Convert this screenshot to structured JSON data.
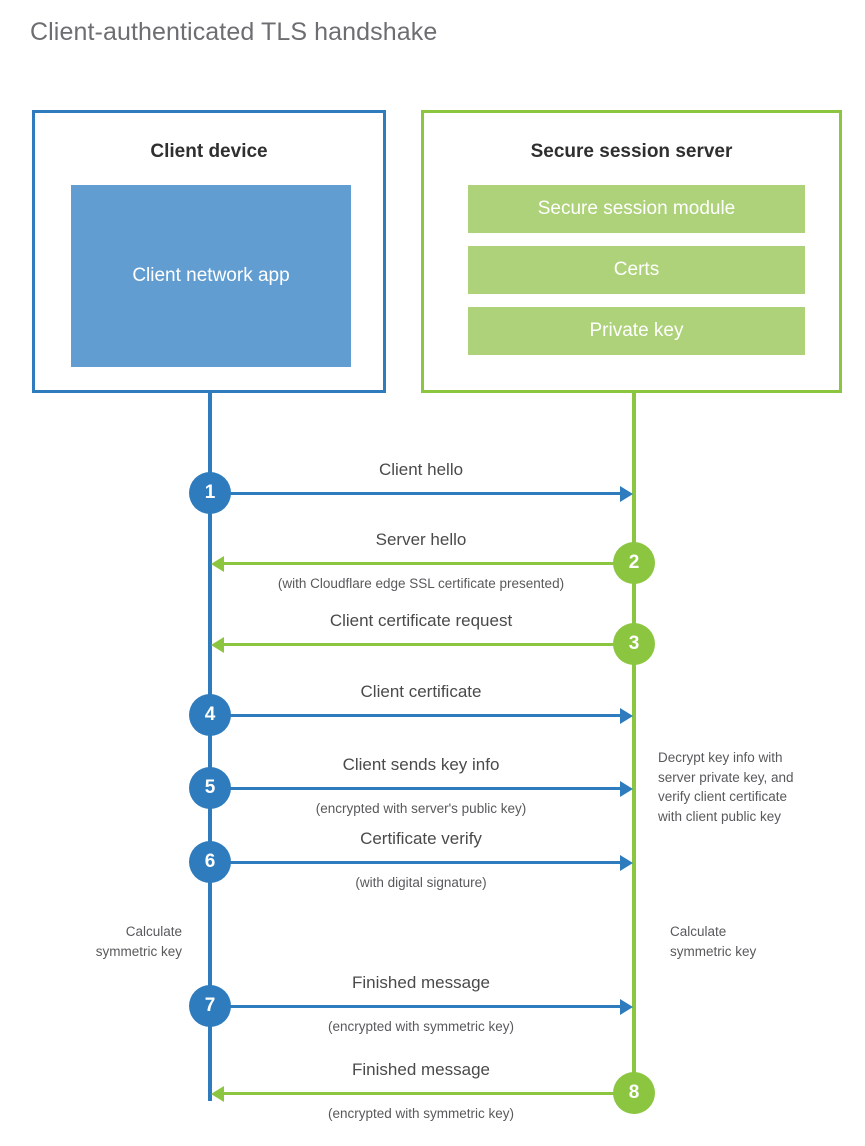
{
  "title": "Client-authenticated TLS handshake",
  "colors": {
    "blue_stroke": "#2E7CBD",
    "blue_fill": "#629DD1",
    "green_stroke": "#8CC640",
    "green_fill": "#AED279",
    "title_text": "#6D6E71",
    "body_text": "#4A4A4A"
  },
  "actors": {
    "client": {
      "title": "Client device",
      "app_line1": "Client network",
      "app_line2": "app"
    },
    "server": {
      "title": "Secure session server",
      "modules": [
        "Secure session module",
        "Certs",
        "Private key"
      ]
    }
  },
  "steps": [
    {
      "number": "1",
      "label": "Client hello",
      "sublabel": "",
      "direction": "client-to-server",
      "color": "blue"
    },
    {
      "number": "2",
      "label": "Server hello",
      "sublabel": "(with Cloudflare edge SSL certificate presented)",
      "direction": "server-to-client",
      "color": "green"
    },
    {
      "number": "3",
      "label": "Client certificate request",
      "sublabel": "",
      "direction": "server-to-client",
      "color": "green"
    },
    {
      "number": "4",
      "label": "Client certificate",
      "sublabel": "",
      "direction": "client-to-server",
      "color": "blue"
    },
    {
      "number": "5",
      "label": "Client sends key info",
      "sublabel": "(encrypted with server's public key)",
      "direction": "client-to-server",
      "color": "blue"
    },
    {
      "number": "6",
      "label": "Certificate verify",
      "sublabel": "(with digital signature)",
      "direction": "client-to-server",
      "color": "blue"
    },
    {
      "number": "7",
      "label": "Finished message",
      "sublabel": "(encrypted with symmetric key)",
      "direction": "client-to-server",
      "color": "blue"
    },
    {
      "number": "8",
      "label": "Finished message",
      "sublabel": "(encrypted with symmetric key)",
      "direction": "server-to-client",
      "color": "green"
    }
  ],
  "annotations": {
    "server_decrypt": {
      "line1": "Decrypt key info with",
      "line2": "server private key, and",
      "line3": "verify client certificate",
      "line4": "with client public key"
    },
    "client_calc": {
      "line1": "Calculate",
      "line2": "symmetric key"
    },
    "server_calc": {
      "line1": "Calculate",
      "line2": "symmetric key"
    }
  }
}
